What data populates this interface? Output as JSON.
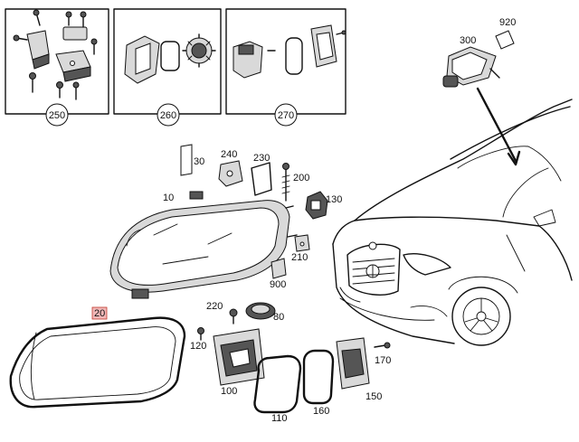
{
  "diagram": {
    "callouts": {
      "c10": "10",
      "c20": "20",
      "c30": "30",
      "c80": "80",
      "c100": "100",
      "c110": "110",
      "c120": "120",
      "c130": "130",
      "c150": "150",
      "c160": "160",
      "c170": "170",
      "c200": "200",
      "c210": "210",
      "c220": "220",
      "c230": "230",
      "c240": "240",
      "c300": "300",
      "c900": "900",
      "c920": "920"
    },
    "boxes": {
      "b250": "250",
      "b260": "260",
      "b270": "270"
    },
    "highlight_color": "#f2b8b8"
  }
}
